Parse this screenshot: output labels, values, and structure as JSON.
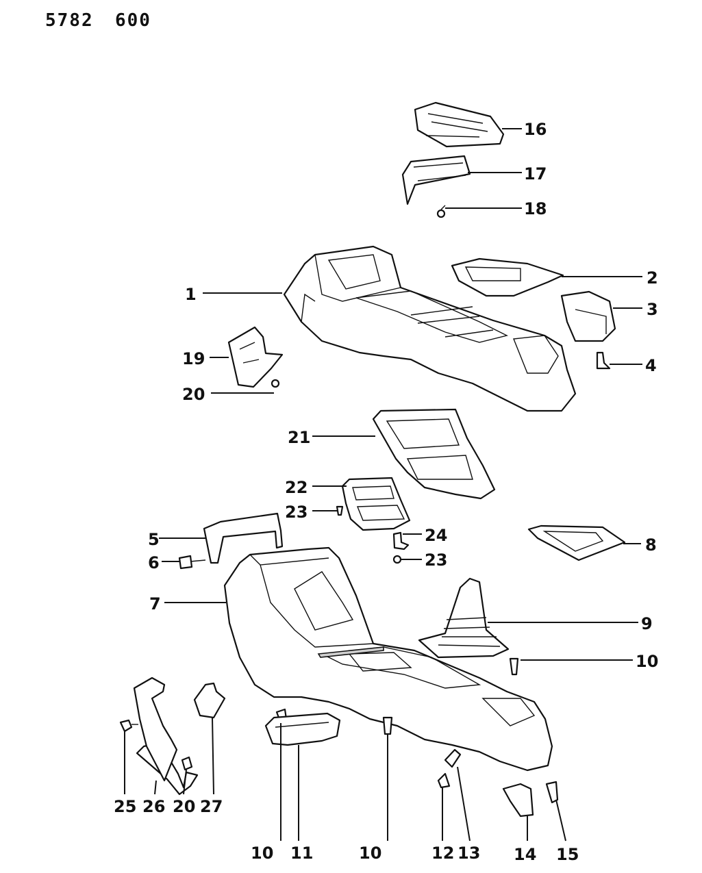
{
  "header": {
    "code_left": "5782",
    "code_right": "600"
  },
  "callouts": {
    "c1": "1",
    "c2": "2",
    "c3": "3",
    "c4": "4",
    "c5": "5",
    "c6": "6",
    "c7": "7",
    "c8": "8",
    "c9": "9",
    "c10a": "10",
    "c10b": "10",
    "c10c": "10",
    "c11": "11",
    "c12": "12",
    "c13": "13",
    "c14": "14",
    "c15": "15",
    "c16": "16",
    "c17": "17",
    "c18": "18",
    "c19": "19",
    "c20a": "20",
    "c20b": "20",
    "c21": "21",
    "c22": "22",
    "c23a": "23",
    "c23b": "23",
    "c24": "24",
    "c25": "25",
    "c26": "26",
    "c27": "27"
  }
}
